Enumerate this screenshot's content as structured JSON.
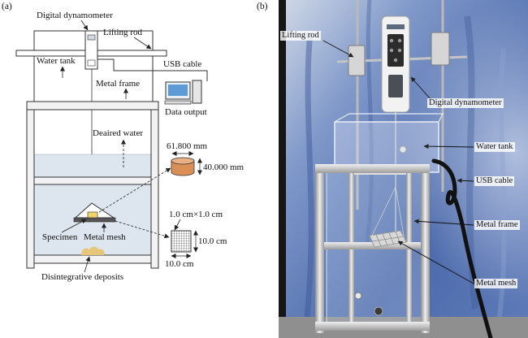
{
  "panel_a": {
    "label": "(a)",
    "digital_dynamometer": "Digital dynamometer",
    "lifting_rod": "Lifting rod",
    "water_tank": "Water tank",
    "usb_cable": "USB cable",
    "metal_frame": "Metal frame",
    "data_output": "Data output",
    "deaired_water": "Deaired water",
    "specimen_diameter": "61.800 mm",
    "specimen_height": "40.000 mm",
    "mesh_opening": "1.0 cm×1.0 cm",
    "mesh_height": "10.0 cm",
    "mesh_width": "10.0 cm",
    "specimen": "Specimen",
    "metal_mesh": "Metal mesh",
    "disintegrative_deposits": "Disintegrative deposits"
  },
  "panel_b": {
    "label": "(b)",
    "lifting_rod": "Lifting rod",
    "digital_dynamometer": "Digital dynamometer",
    "water_tank": "Water tank",
    "usb_cable": "USB cable",
    "metal_frame": "Metal frame",
    "metal_mesh": "Metal mesh"
  },
  "colors": {
    "water": "#dde5ee",
    "specimen": "#f1d36a",
    "cylinder": "#d98f55",
    "deposits": "#e6c77a",
    "usb_cable_photo": "#111111",
    "dynamometer_body": "#f2f2f2"
  }
}
